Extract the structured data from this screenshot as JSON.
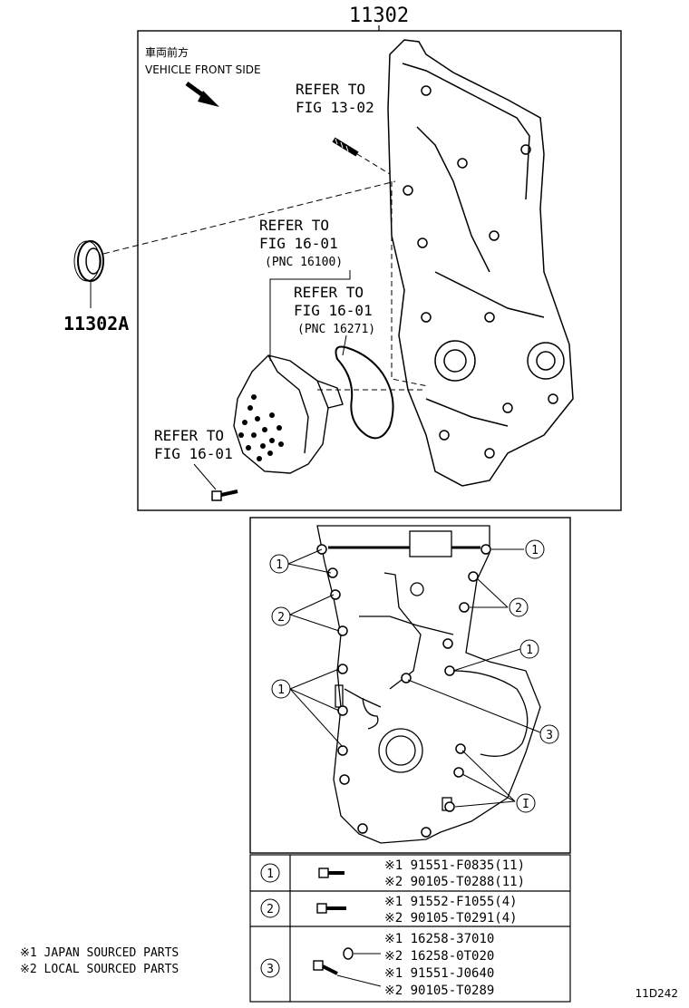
{
  "main_part": "11302",
  "seal_part": "11302A",
  "front_jp": "車両前方",
  "front_en": "VEHICLE FRONT SIDE",
  "refer_a": [
    "REFER TO",
    "FIG 13-02"
  ],
  "refer_b": [
    "REFER TO",
    "FIG 16-01",
    "(PNC 16100)"
  ],
  "refer_c": [
    "REFER TO",
    "FIG 16-01",
    "(PNC 16271)"
  ],
  "refer_d": [
    "REFER TO",
    "FIG 16-01"
  ],
  "callouts": {
    "one": "1",
    "two": "2",
    "three": "3",
    "one_alt": "I"
  },
  "bolt_table": [
    {
      "key": "1",
      "parts": [
        "※1 91551-F0835(11)",
        "※2 90105-T0288(11)"
      ]
    },
    {
      "key": "2",
      "parts": [
        "※1 91552-F1055(4)",
        "※2 90105-T0291(4)"
      ]
    },
    {
      "key": "3",
      "parts": [
        "※1 16258-37010",
        "※2 16258-0T020",
        "※1 91551-J0640",
        "※2 90105-T0289"
      ]
    }
  ],
  "legend": [
    "※1 JAPAN SOURCED PARTS",
    "※2 LOCAL SOURCED PARTS"
  ],
  "figure_code": "11D242"
}
